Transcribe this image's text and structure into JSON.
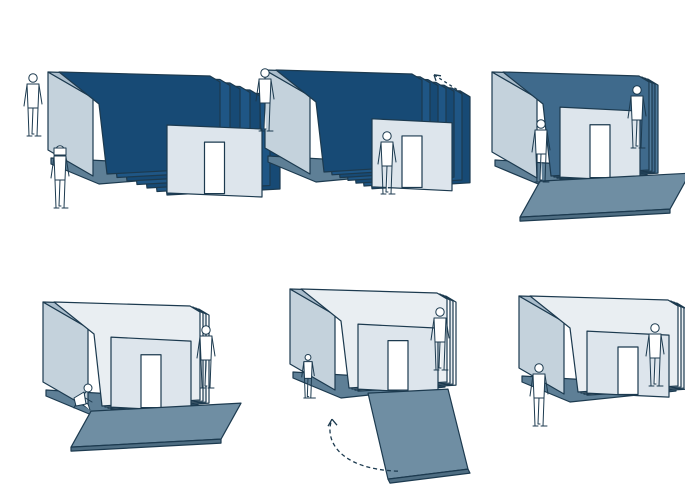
{
  "colors": {
    "outline": "#1c3a4f",
    "top": "#a9bccb",
    "side": "#c4d2dc",
    "front": "#dde5ec",
    "door": "#ffffff",
    "base": "#5e7f96",
    "panel_dark": "#174a75",
    "panel_mid": "#3f6a8c",
    "panel_light": "#e9eef2",
    "ramp": "#6f8ea3",
    "ramp_side": "#4e6d82",
    "arrow": "#1c3a4f",
    "background": "#ffffff"
  },
  "steps": [
    {
      "id": 1,
      "stage": "collapsed",
      "panels_color": "dark",
      "ramp": "none",
      "arrow": "none",
      "people": [
        "observer",
        "carrier"
      ]
    },
    {
      "id": 2,
      "stage": "extending",
      "panels_color": "dark",
      "ramp": "none",
      "arrow": "pull-dashed",
      "people": [
        "pusher",
        "observer"
      ]
    },
    {
      "id": 3,
      "stage": "extended",
      "panels_color": "mid",
      "ramp": "lowered",
      "arrow": "none",
      "people": [
        "worker",
        "observer"
      ]
    },
    {
      "id": 4,
      "stage": "extended",
      "panels_color": "light",
      "ramp": "lowered",
      "arrow": "none",
      "people": [
        "crouching-worker",
        "observer"
      ]
    },
    {
      "id": 5,
      "stage": "ramp-raising",
      "panels_color": "light",
      "ramp": "angled",
      "arrow": "curved-dashed",
      "people": [
        "child",
        "observer"
      ]
    },
    {
      "id": 6,
      "stage": "closed",
      "panels_color": "light",
      "ramp": "closed",
      "arrow": "none",
      "people": [
        "observer",
        "observer"
      ]
    }
  ]
}
